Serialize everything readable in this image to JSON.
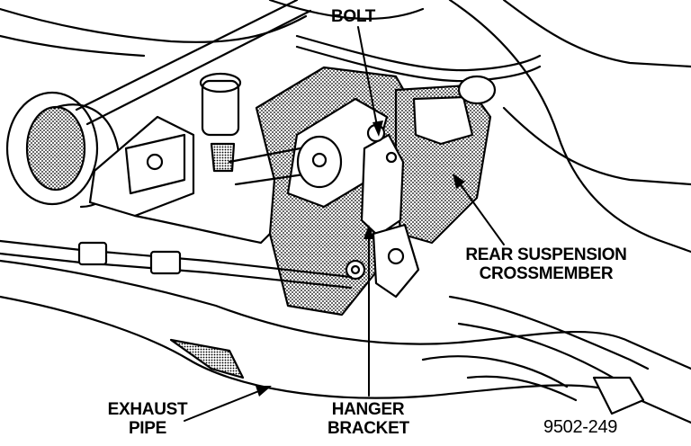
{
  "labels": {
    "bolt": "BOLT",
    "rear_suspension_line1": "REAR SUSPENSION",
    "rear_suspension_line2": "CROSSMEMBER",
    "hanger_line1": "HANGER",
    "hanger_line2": "BRACKET",
    "exhaust_line1": "EXHAUST",
    "exhaust_line2": "PIPE"
  },
  "figure_number": "9502-249",
  "colors": {
    "ink": "#000000",
    "paper": "#ffffff",
    "shade": "#6f6f6f"
  }
}
